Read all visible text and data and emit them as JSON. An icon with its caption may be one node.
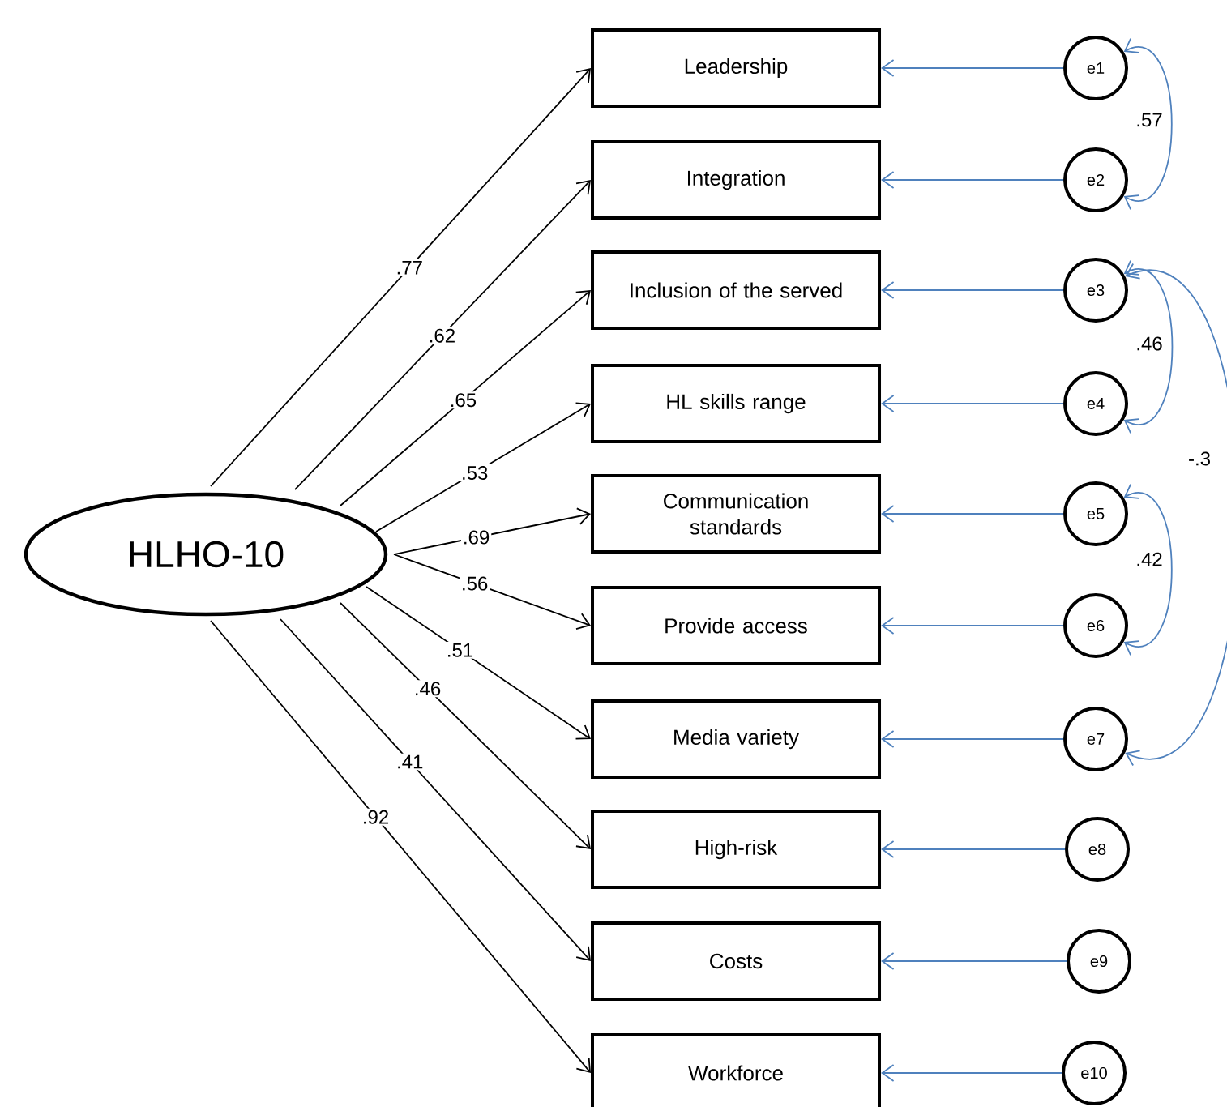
{
  "diagram": {
    "nodes": [
      {
        "text": [
          "HLHO-10"
        ]
      },
      {
        "text": [
          "Leadership"
        ]
      },
      {
        "text": [
          "Integration"
        ]
      },
      {
        "text": [
          "Inclusion of the served"
        ]
      },
      {
        "text": [
          "HL skills range"
        ]
      },
      {
        "text": [
          "Communication standards"
        ]
      },
      {
        "text": [
          "Provide access"
        ]
      },
      {
        "text": [
          "Media variety"
        ]
      },
      {
        "text": [
          "High-risk"
        ]
      },
      {
        "text": [
          "Costs"
        ]
      },
      {
        "text": [
          "Workforce"
        ]
      },
      {
        "text": [
          "e1"
        ]
      },
      {
        "text": [
          "e2"
        ]
      },
      {
        "text": [
          "e3"
        ]
      },
      {
        "text": [
          "e4"
        ]
      },
      {
        "text": [
          "e5"
        ]
      },
      {
        "text": [
          "e6"
        ]
      },
      {
        "text": [
          "e7"
        ]
      },
      {
        "text": [
          "e8"
        ]
      },
      {
        "text": [
          "e9"
        ]
      },
      {
        "text": [
          "e10"
        ]
      }
    ],
    "edges": [
      {
        "from": 0,
        "to": 1,
        "arrow": "to",
        "label": ".77",
        "color": "#000000"
      },
      {
        "from": 0,
        "to": 2,
        "arrow": "to",
        "label": ".62",
        "color": "#000000"
      },
      {
        "from": 0,
        "to": 3,
        "arrow": "to",
        "label": ".65",
        "color": "#000000"
      },
      {
        "from": 0,
        "to": 4,
        "arrow": "to",
        "label": ".53",
        "color": "#000000"
      },
      {
        "from": 0,
        "to": 5,
        "arrow": "to",
        "label": ".69",
        "color": "#000000"
      },
      {
        "from": 0,
        "to": 6,
        "arrow": "to",
        "label": ".56",
        "color": "#000000"
      },
      {
        "from": 0,
        "to": 7,
        "arrow": "to",
        "label": ".51",
        "color": "#000000"
      },
      {
        "from": 0,
        "to": 8,
        "arrow": "to",
        "label": ".46",
        "color": "#000000"
      },
      {
        "from": 0,
        "to": 9,
        "arrow": "to",
        "label": ".41",
        "color": "#000000"
      },
      {
        "from": 0,
        "to": 10,
        "arrow": "to",
        "label": ".92",
        "color": "#000000"
      },
      {
        "from": 11,
        "to": 1,
        "arrow": "to"
      },
      {
        "from": 12,
        "to": 2,
        "arrow": "to"
      },
      {
        "from": 13,
        "to": 3,
        "arrow": "to"
      },
      {
        "from": 14,
        "to": 4,
        "arrow": "to"
      },
      {
        "from": 15,
        "to": 5,
        "arrow": "to"
      },
      {
        "from": 16,
        "to": 6,
        "arrow": "to"
      },
      {
        "from": 17,
        "to": 7,
        "arrow": "to"
      },
      {
        "from": 18,
        "to": 8,
        "arrow": "to"
      },
      {
        "from": 19,
        "to": 9,
        "arrow": "to"
      },
      {
        "from": 20,
        "to": 10,
        "arrow": "to"
      },
      {
        "from": 11,
        "to": 12,
        "arrow": "both",
        "label": ".57"
      },
      {
        "from": 13,
        "to": 14,
        "arrow": "both",
        "label": ".46"
      },
      {
        "from": 15,
        "to": 16,
        "arrow": "both",
        "label": ".42"
      },
      {
        "from": 13,
        "to": 17,
        "arrow": "both",
        "label": "-.3"
      }
    ]
  }
}
